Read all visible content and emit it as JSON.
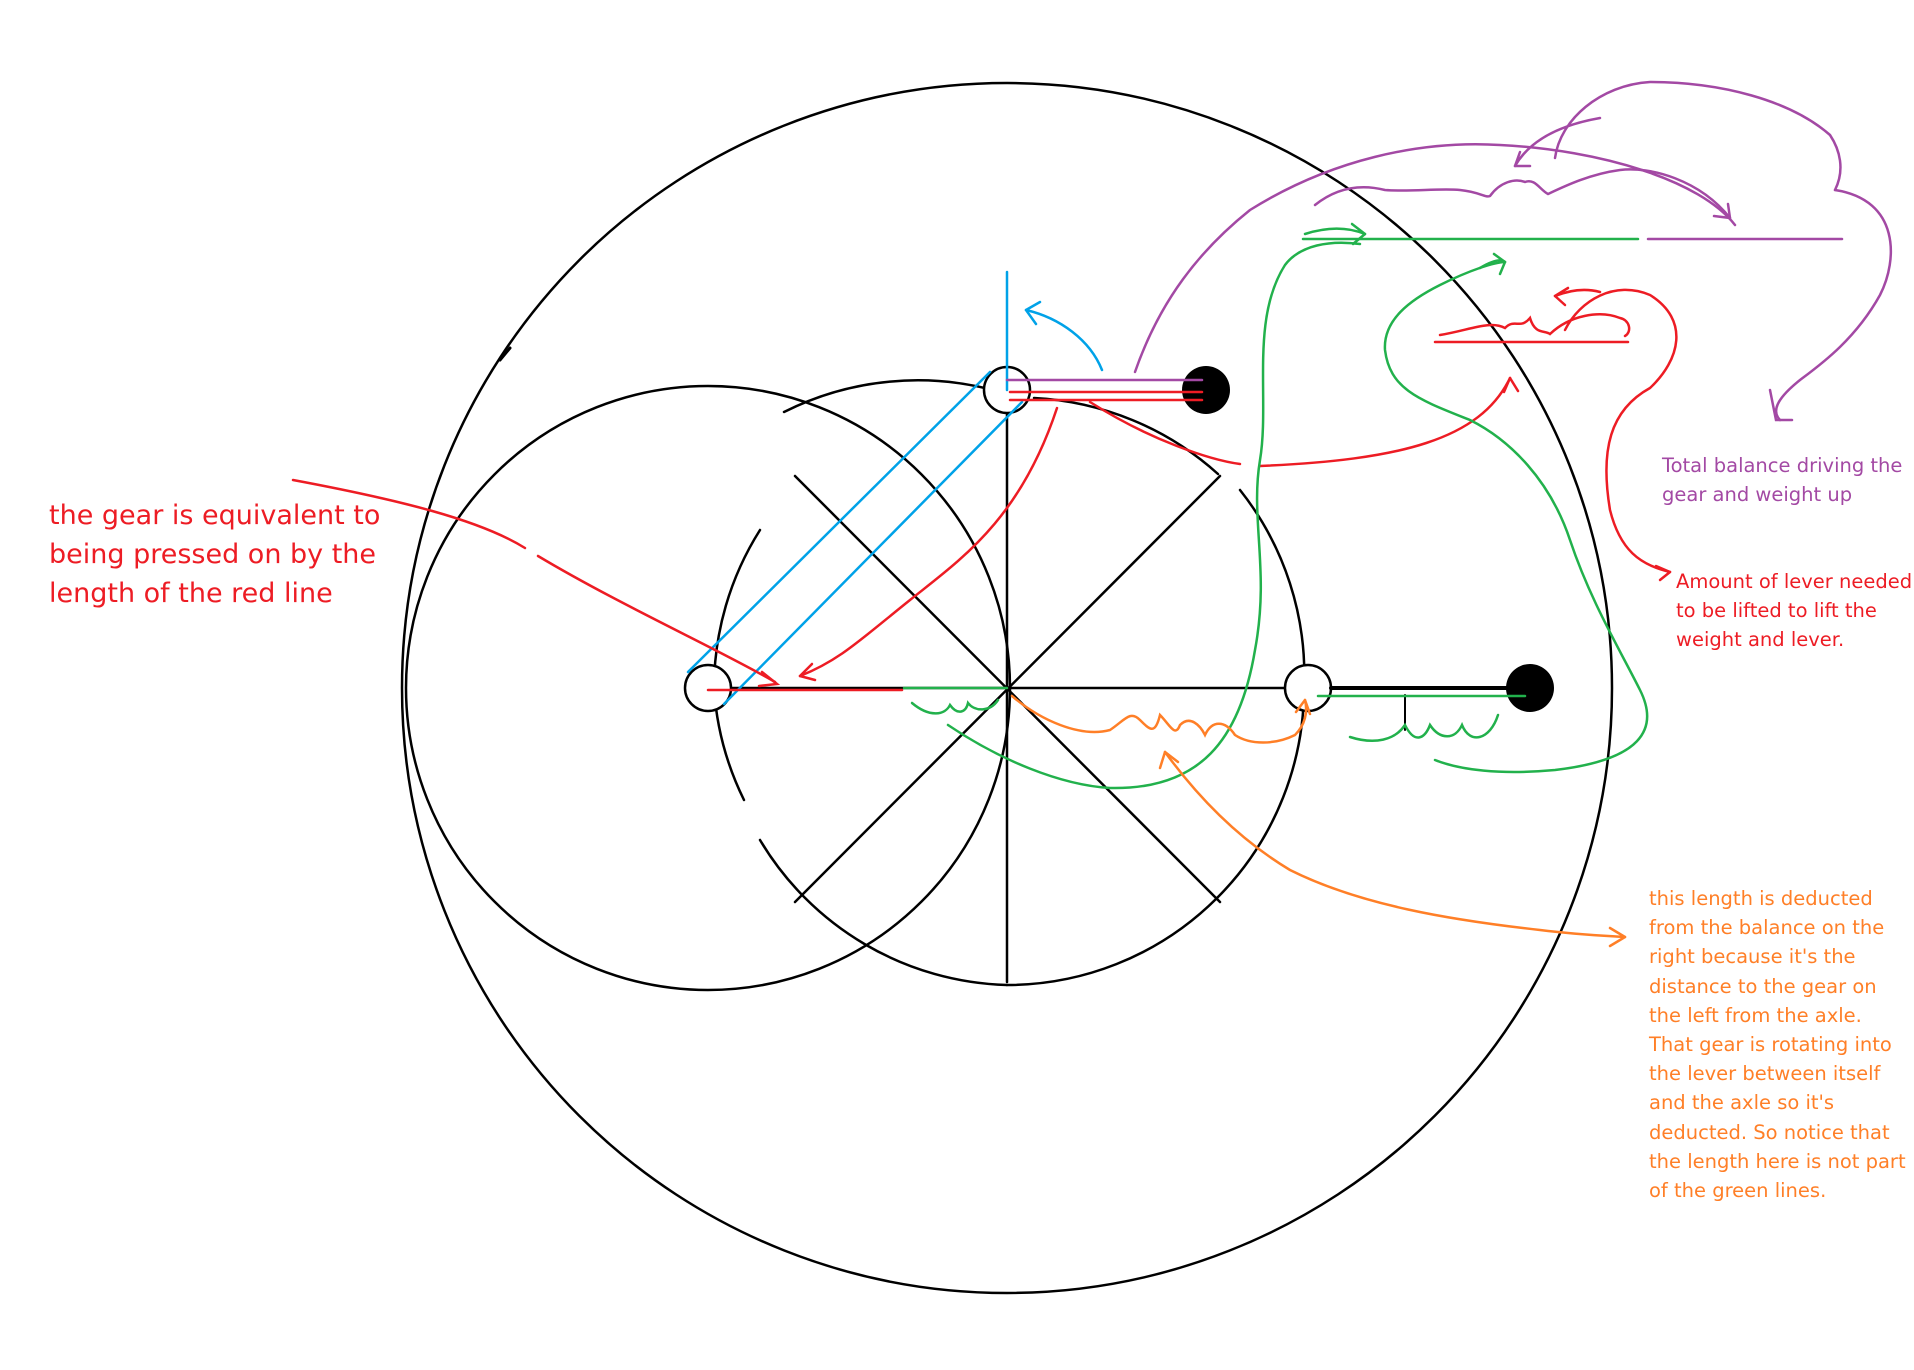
{
  "colors": {
    "black": "#000000",
    "red": "#ed1c24",
    "green": "#22b14c",
    "blue": "#00a2e8",
    "purple": "#a349a4",
    "orange": "#ff7f27"
  },
  "annotations": {
    "gear_pressed": {
      "color": "#ed1c24",
      "lines": [
        "the gear is equivalent to",
        "being pressed on by the",
        "length of the red line"
      ]
    },
    "total_balance": {
      "color": "#a349a4",
      "lines": [
        "Total balance driving the",
        "gear and weight up"
      ]
    },
    "lever_needed": {
      "color": "#ed1c24",
      "lines": [
        "Amount of lever needed",
        "to be lifted to lift the",
        "weight and lever."
      ]
    },
    "length_deducted": {
      "color": "#ff7f27",
      "lines": [
        "this length is deducted",
        "from the balance on the",
        "right because it's the",
        "distance to the gear on",
        "the left from the axle.",
        "That gear is rotating into",
        "the lever between itself",
        "and the axle so it's",
        "deducted.  So notice that",
        "the length here is not part",
        "of the green lines."
      ]
    }
  }
}
